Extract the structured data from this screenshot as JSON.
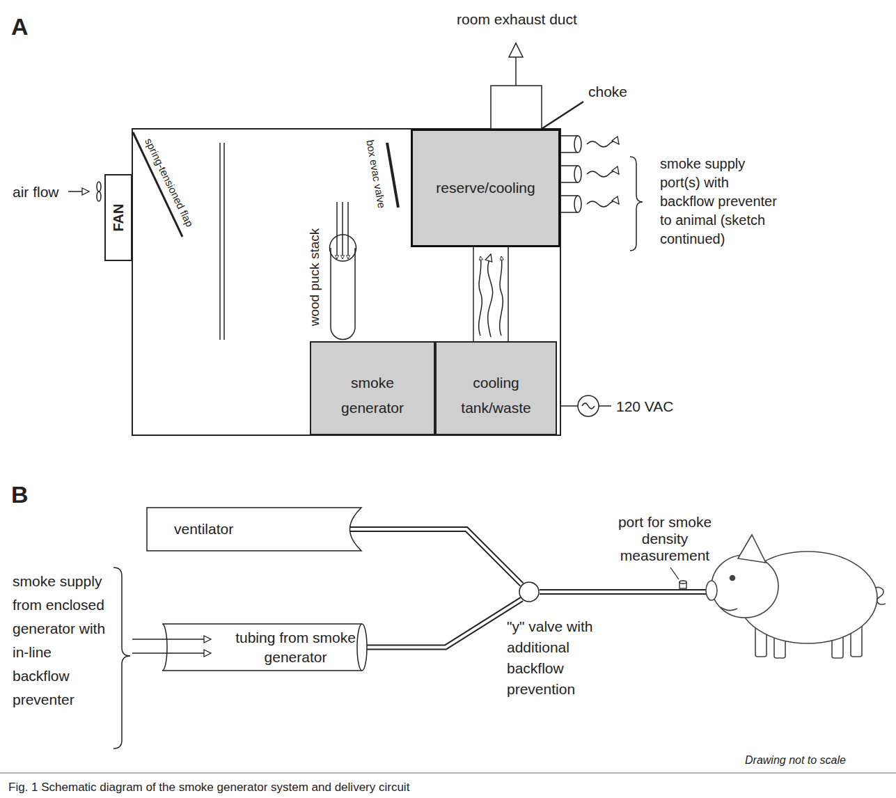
{
  "diagram": {
    "caption": "Fig. 1 Schematic diagram of the smoke generator system and delivery circuit",
    "nodes": [
      {
        "text": [
          "FAN"
        ]
      },
      {
        "text": [
          "smoke generator"
        ]
      },
      {
        "text": [
          "cooling tank/waste"
        ]
      },
      {
        "text": [
          "reserve/cooling"
        ]
      },
      {
        "text": [
          "ventilator"
        ]
      },
      {
        "text": [
          "tubing from smoke generator"
        ]
      },
      {
        "text": [
          "\"y\" valve with additional backflow prevention"
        ]
      }
    ],
    "edges": [
      {
        "from": 1,
        "to": 2,
        "arrow": "to"
      },
      {
        "from": 2,
        "to": 3,
        "arrow": "to"
      },
      {
        "from": 4,
        "to": 6,
        "arrow": "none"
      },
      {
        "from": 5,
        "to": 6,
        "arrow": "none"
      }
    ],
    "labels": [
      "A",
      "room exhaust duct",
      "choke",
      "air flow",
      "spring-tensioned flap",
      "box evac valve",
      "wood puck stack",
      "smoke supply port(s) with backflow preventer to animal (sketch continued)",
      "120 VAC",
      "B",
      "smoke supply from enclosed generator with in-line backflow preventer",
      "port for smoke density measurement",
      "Drawing not to scale"
    ]
  }
}
